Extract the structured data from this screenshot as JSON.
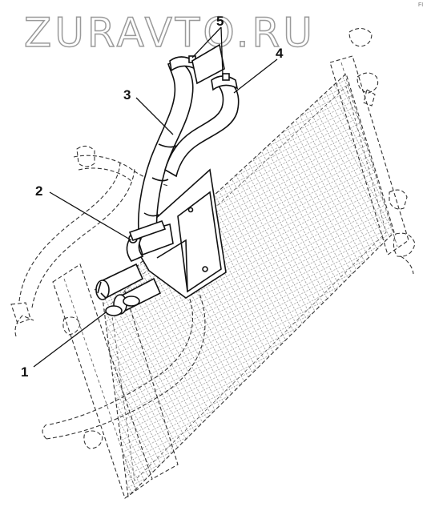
{
  "watermark": "ZURAVTO.RU",
  "corner_mark": "FI",
  "callouts": [
    {
      "id": "1",
      "label": "1"
    },
    {
      "id": "2",
      "label": "2"
    },
    {
      "id": "3",
      "label": "3"
    },
    {
      "id": "4",
      "label": "4"
    },
    {
      "id": "5",
      "label": "5"
    }
  ],
  "colors": {
    "lines": "#111111",
    "watermark": "#9a9a9a",
    "background": "#ffffff"
  }
}
